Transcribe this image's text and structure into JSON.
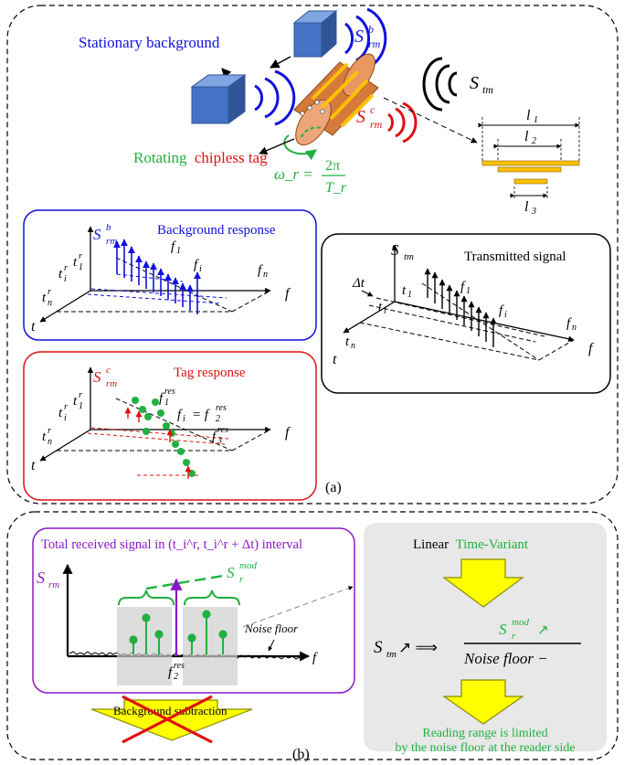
{
  "top": {
    "stationary_label": "Stationary background",
    "rotating_word": "Rotating",
    "chipless_word": "chipless tag",
    "omega_lhs": "ω_r =",
    "omega_num": "2π",
    "omega_den": "T_r",
    "s_rm_b": "S",
    "s_rm_b_sup": "b",
    "s_rm_b_sub": "rm",
    "s_rm_c": "S",
    "s_rm_c_sup": "c",
    "s_rm_c_sub": "rm",
    "s_tm": "S",
    "s_tm_sub": "tm",
    "l1": "l",
    "l1_sub": "1",
    "l2": "l",
    "l2_sub": "2",
    "l3": "l",
    "l3_sub": "3",
    "panel_label": "(a)"
  },
  "background_panel": {
    "title": "Background response",
    "y_label": "S",
    "y_sup": "b",
    "y_sub": "rm",
    "t1r": "t",
    "t1r_sub": "1",
    "tir_sub": "i",
    "tnr_sub": "n",
    "r": "r",
    "t_axis": "t",
    "f_axis": "f",
    "f1": "f",
    "f1_sub": "1",
    "fi_sub": "i",
    "fn_sub": "n"
  },
  "tag_panel": {
    "title": "Tag response",
    "y_label": "S",
    "y_sup": "c",
    "y_sub": "rm",
    "f_res": "res",
    "fi_eq": "f",
    "fi_sub": "i",
    "eq": "= f",
    "f2_sub": "2",
    "f1_sub": "1",
    "f3_sub": "3",
    "t_axis": "t",
    "f_axis": "f"
  },
  "transmit_panel": {
    "title": "Transmitted signal",
    "y_label": "S",
    "y_sub": "tm",
    "delta_t": "Δt",
    "t1_sub": "1",
    "ti_sub": "i",
    "tn_sub": "n",
    "t_axis": "t",
    "f_axis": "f",
    "f1_sub": "1",
    "fi_sub": "i",
    "fn_sub": "n"
  },
  "bottom": {
    "interval_title": "Total received signal in (t_i^r, t_i^r + Δt) interval",
    "srm": "S",
    "srm_sub": "rm",
    "srmod": "S",
    "srmod_sup": "mod",
    "srmod_sub": "r",
    "noise_floor": "Noise floor",
    "f2res": "f",
    "f2res_sup": "res",
    "f2res_sub": "2",
    "f_axis": "f",
    "bg_sub_label": "Background subtraction",
    "linear_word": "Linear",
    "time_variant_word": "Time-Variant",
    "stm": "S",
    "stm_sub": "tm",
    "arrow_eq": "↗ ⟹",
    "frac_num_sup": "mod",
    "frac_num_sub": "r",
    "frac_up": "↗",
    "frac_den": "Noise floor −",
    "reading_1": "Reading range is limited",
    "reading_2": "by the noise floor at the reader side",
    "panel_label": "(b)"
  },
  "colors": {
    "blue": "#1010e0",
    "red": "#e01010",
    "green": "#20b040",
    "purple": "#8a18c8",
    "yellow": "#ffff00",
    "grey_box": "#e8e8e8",
    "orange_cyl": "#e2864a",
    "blue_box": "#4472c4"
  }
}
